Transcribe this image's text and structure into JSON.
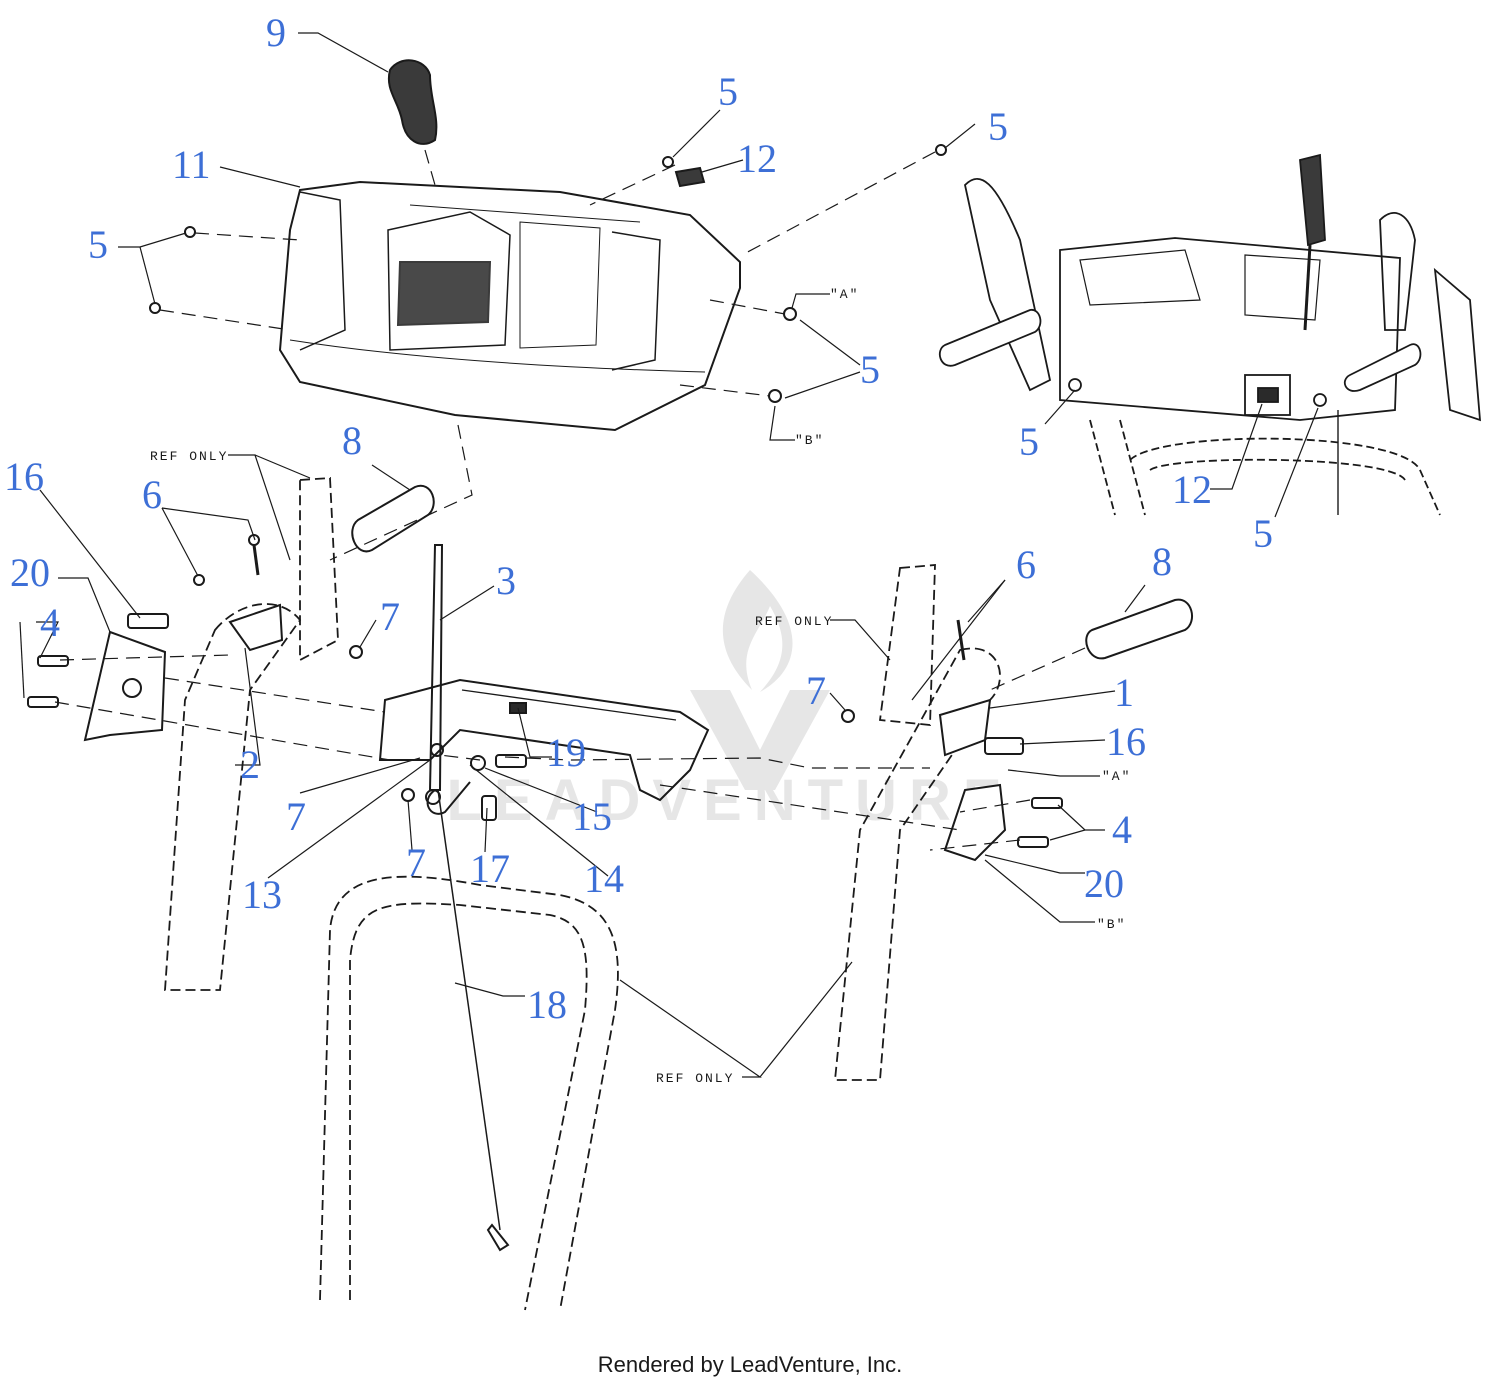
{
  "colors": {
    "callout": "#3d6fd6",
    "ink": "#1a1a1a",
    "watermark": "#e6e6e6"
  },
  "watermark": {
    "text": "LEADVENTURE"
  },
  "footer": {
    "credit": "Rendered by LeadVenture, Inc."
  },
  "callouts": {
    "c9": "9",
    "c11": "11",
    "c5a": "5",
    "c12a": "12",
    "c5b": "5",
    "c5c": "5",
    "c5d": "5",
    "c5e": "5",
    "c12b": "12",
    "c5f": "5",
    "c8a": "8",
    "c16a": "16",
    "c6a": "6",
    "c20a": "20",
    "c4a": "4",
    "c7a": "7",
    "c3": "3",
    "c2": "2",
    "c19": "19",
    "c7b": "7",
    "c15": "15",
    "c13": "13",
    "c7c": "7",
    "c17": "17",
    "c14": "14",
    "c6b": "6",
    "c8b": "8",
    "c7d": "7",
    "c1": "1",
    "c16b": "16",
    "c4b": "4",
    "c20b": "20",
    "c18": "18"
  },
  "notes": {
    "ref1": "REF ONLY",
    "ref2": "REF ONLY",
    "ref3": "REF ONLY",
    "a1": "\"A\"",
    "b1": "\"B\"",
    "a2": "\"A\"",
    "b2": "\"B\""
  }
}
